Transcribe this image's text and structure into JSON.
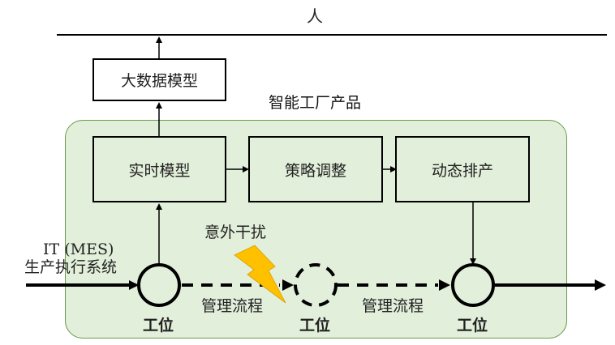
{
  "diagram": {
    "top_label": "人",
    "big_data_model": "大数据模型",
    "group_title": "智能工厂产品",
    "boxes": [
      {
        "label": "实时模型"
      },
      {
        "label": "策略调整"
      },
      {
        "label": "动态排产"
      }
    ],
    "input_label_line1": "IT (MES)",
    "input_label_line2": "生产执行系统",
    "disturbance_label": "意外干扰",
    "flow_labels": [
      "管理流程",
      "管理流程"
    ],
    "stations": [
      {
        "label": "工位",
        "style": "solid"
      },
      {
        "label": "工位",
        "style": "dashed"
      },
      {
        "label": "工位",
        "style": "solid"
      }
    ],
    "colors": {
      "group_fill": "#e2efda",
      "group_border": "#6a9a4a",
      "lightning": "#ffc000",
      "line": "#000000"
    }
  }
}
